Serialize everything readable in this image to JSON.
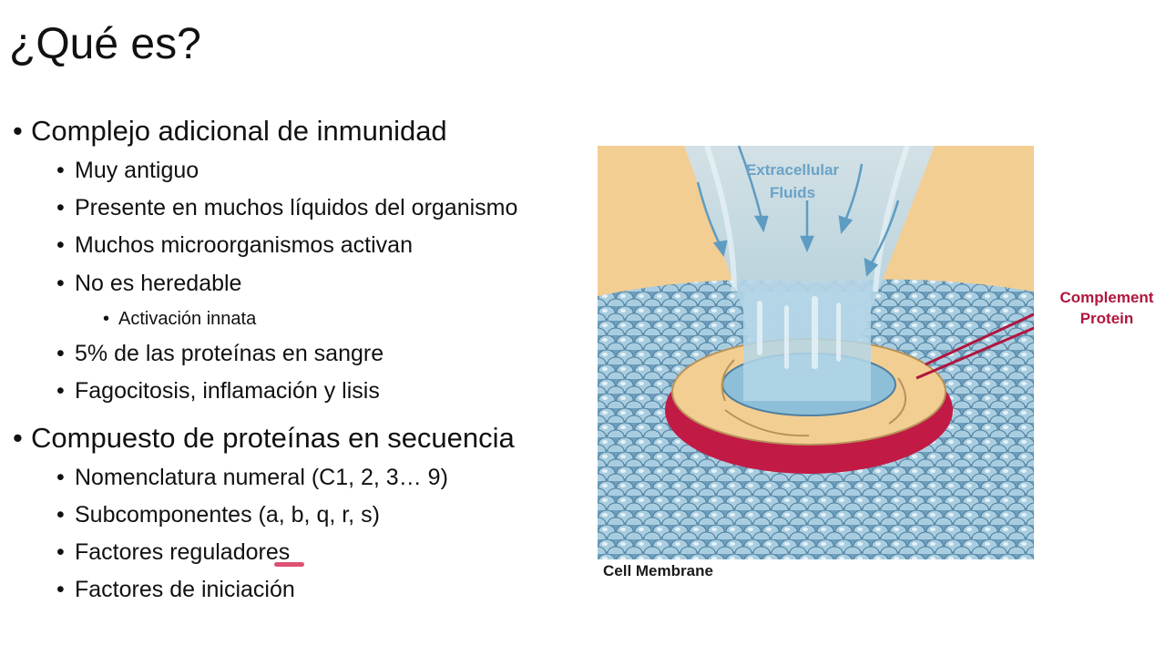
{
  "slide": {
    "title": "¿Qué es?",
    "bullets": [
      {
        "level": 1,
        "text": "Complejo adicional de inmunidad"
      },
      {
        "level": 2,
        "text": "Muy antiguo"
      },
      {
        "level": 2,
        "text": "Presente en muchos líquidos del organismo"
      },
      {
        "level": 2,
        "text": "Muchos microorganismos activan"
      },
      {
        "level": 2,
        "text": "No es heredable"
      },
      {
        "level": 3,
        "text": "Activación innata"
      },
      {
        "level": 2,
        "text": "5% de las proteínas en sangre"
      },
      {
        "level": 2,
        "text": "Fagocitosis, inflamación y lisis"
      },
      {
        "level": 1,
        "text": "Compuesto de proteínas en secuencia"
      },
      {
        "level": 2,
        "text": "Nomenclatura numeral (C1, 2, 3… 9)"
      },
      {
        "level": 2,
        "text": "Subcomponentes (a, b, q, r, s)"
      },
      {
        "level": 2,
        "text": "Factores reguladores"
      },
      {
        "level": 2,
        "text": "Factores de iniciación"
      }
    ]
  },
  "figure": {
    "label_fluids_line1": "Extracellular",
    "label_fluids_line2": "Fluids",
    "label_complement_line1": "Complement",
    "label_complement_line2": "Protein",
    "label_membrane": "Cell Membrane"
  },
  "colors": {
    "background": "#ffffff",
    "text": "#111111",
    "fluid_label": "#6aa2c7",
    "complement_label": "#b0163e",
    "membrane_blue": "#7fb0cc",
    "extracellular_tan": "#f3ce93",
    "complement_red": "#c11a45"
  }
}
